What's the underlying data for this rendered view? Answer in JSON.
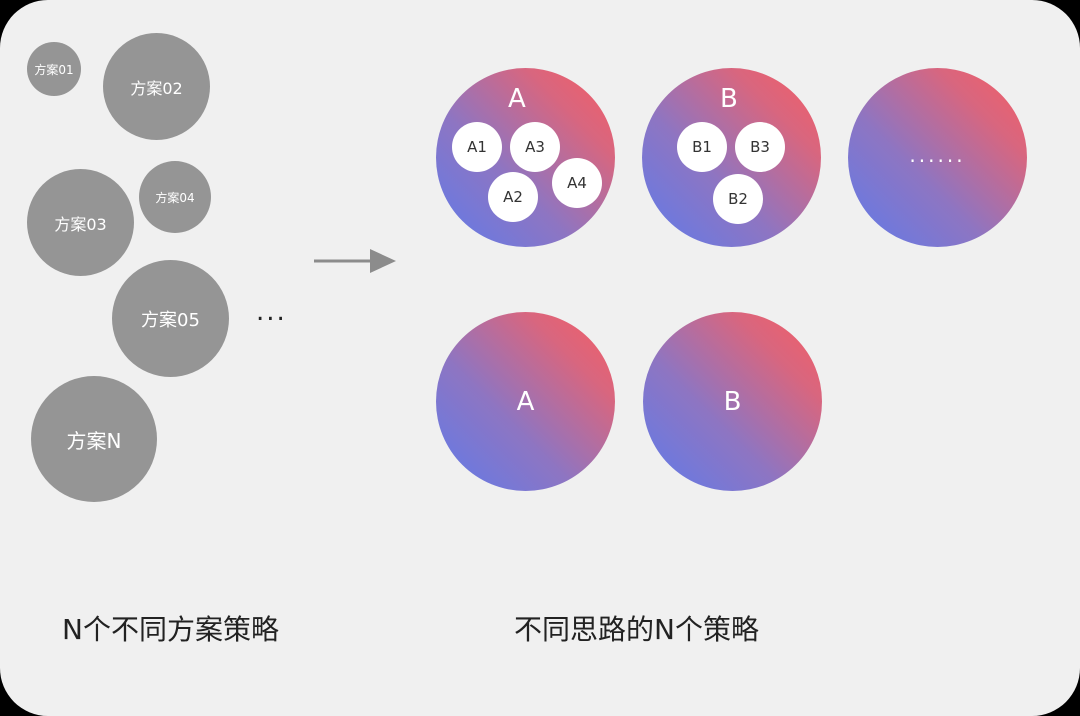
{
  "left": {
    "bubbles": [
      "方案01",
      "方案02",
      "方案03",
      "方案04",
      "方案05",
      "方案N"
    ],
    "ellipsis": "...",
    "caption": "N个不同方案策略"
  },
  "right": {
    "group_a": {
      "label": "A",
      "items": [
        "A1",
        "A3",
        "A4",
        "A2"
      ]
    },
    "group_b": {
      "label": "B",
      "items": [
        "B1",
        "B3",
        "B2"
      ]
    },
    "more": "......",
    "bottom_a": "A",
    "bottom_b": "B",
    "caption": "不同思路的N个策略"
  },
  "colors": {
    "background": "#f0f0f0",
    "grey_bubble": "#959595",
    "gradient_start": "#5f7bea",
    "gradient_end": "#f75d63",
    "arrow": "#8c8c8c"
  }
}
